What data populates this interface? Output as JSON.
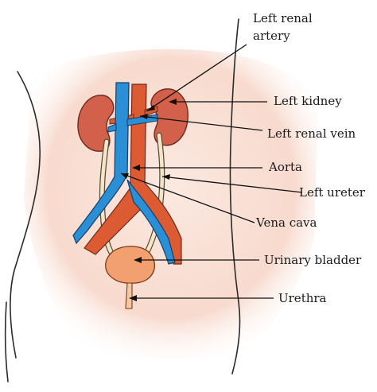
{
  "labels": {
    "left_renal_artery_line1": "Left renal",
    "left_renal_artery_line2": "artery",
    "left_kidney": "Left kidney",
    "left_renal_vein": "Left renal vein",
    "aorta": "Aorta",
    "left_ureter": "Left ureter",
    "vena_cava": "Vena cava",
    "urinary_bladder": "Urinary bladder",
    "urethra": "Urethra"
  },
  "colors": {
    "skin": "#f8ddd3",
    "kidney": "#d2604a",
    "artery": "#dd5b33",
    "vein": "#2b8fd6",
    "ureter": "#f1e6c8",
    "bladder": "#f2a070"
  }
}
